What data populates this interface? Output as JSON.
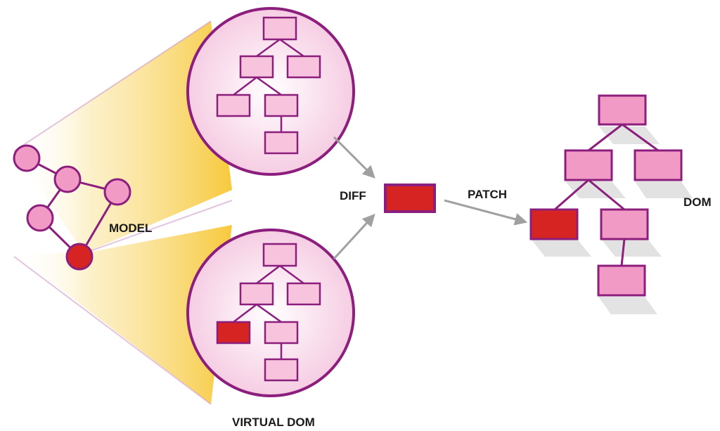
{
  "labels": {
    "model": "MODEL",
    "virtual_dom": "VIRTUAL DOM",
    "diff": "DIFF",
    "patch": "PATCH",
    "dom": "DOM"
  },
  "colors": {
    "stroke": "#8c1f7e",
    "node_fill": "#f29ac6",
    "node_fill_light": "#f7c3dd",
    "changed_fill": "#d62422",
    "circle_fill": "#fbe4f0",
    "cone_gold": "#f7c93c",
    "arrow": "#a0a0a0",
    "shadow": "#dcdcdc",
    "text": "#1a1a1a"
  }
}
